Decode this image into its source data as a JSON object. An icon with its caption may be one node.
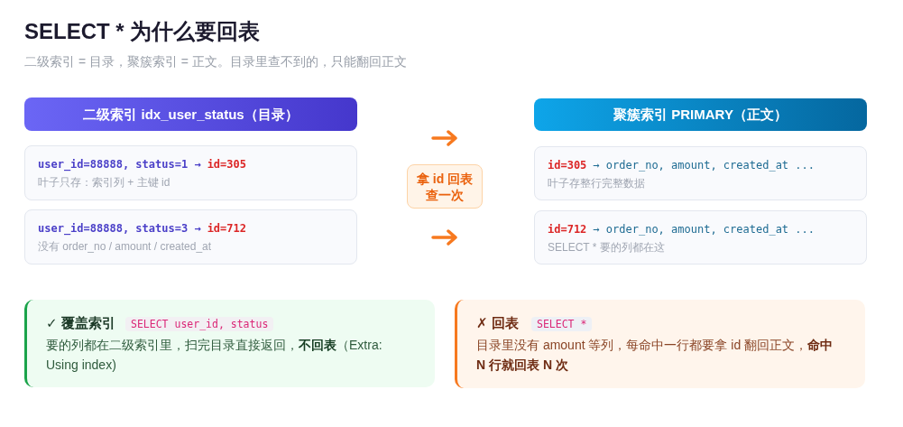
{
  "diagram": {
    "title": "SELECT * 为什么要回表",
    "nodes": [
      {
        "text": [
          "二级索引 idx_user_status（目录）"
        ]
      },
      {
        "text": [
          "user_id=88888, status=1 →",
          "id=305",
          "叶子只存：索引列 + 主键 id"
        ]
      },
      {
        "text": [
          "user_id=88888, status=3 →",
          "id=712",
          "没有 order_no / amount / created_at"
        ]
      },
      {
        "text": [
          "拿 id 回表查一次"
        ]
      },
      {
        "text": [
          "聚簇索引 PRIMARY（正文）"
        ]
      },
      {
        "text": [
          "id=305",
          "→ order_no, amount, created_at ...",
          "叶子存整行完整数据"
        ]
      },
      {
        "text": [
          "id=712",
          "→ order_no, amount, created_at ...",
          "SELECT * 要的列都在这"
        ]
      },
      {
        "text": [
          "✓ 覆盖索引",
          "要的列都在二级索引里，扫完目录直接返回，**不回表**（Extra: Using index)"
        ]
      },
      {
        "text": [
          "SELECT user_id, status"
        ],
        "in": 7
      },
      {
        "text": [
          "✗ 回表",
          "目录里没有 amount 等列，每命中一行都要拿 id 翻回正文，**命中 N 行就回表 N 次**"
        ]
      },
      {
        "text": [
          "SELECT *"
        ],
        "in": 9
      }
    ],
    "labels": [
      "二级索引 = 目录，聚簇索引 = 正文。目录里查不到的，只能翻回正文"
    ]
  }
}
